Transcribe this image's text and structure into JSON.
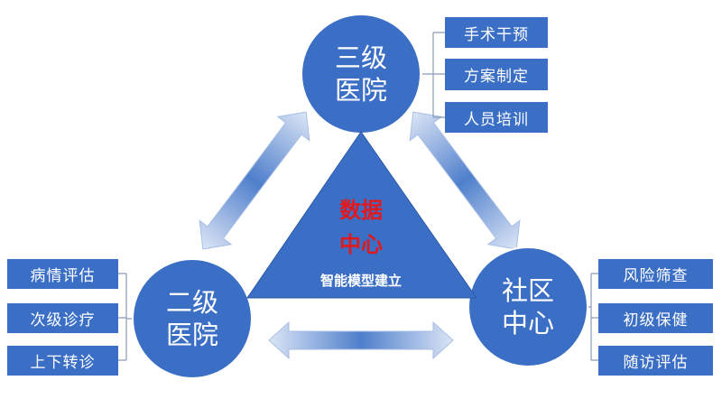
{
  "colors": {
    "primary": "#3b6fc6",
    "accent": "#e0191e"
  },
  "nodes": {
    "tertiary": {
      "line1": "三级",
      "line2": "医院",
      "items": [
        "手术干预",
        "方案制定",
        "人员培训"
      ]
    },
    "secondary": {
      "line1": "二级",
      "line2": "医院",
      "items": [
        "病情评估",
        "次级诊疗",
        "上下转诊"
      ]
    },
    "community": {
      "line1": "社区",
      "line2": "中心",
      "items": [
        "风险筛查",
        "初级保健",
        "随访评估"
      ]
    }
  },
  "center": {
    "line1": "数据",
    "line2": "中心",
    "subtitle": "智能模型建立"
  }
}
